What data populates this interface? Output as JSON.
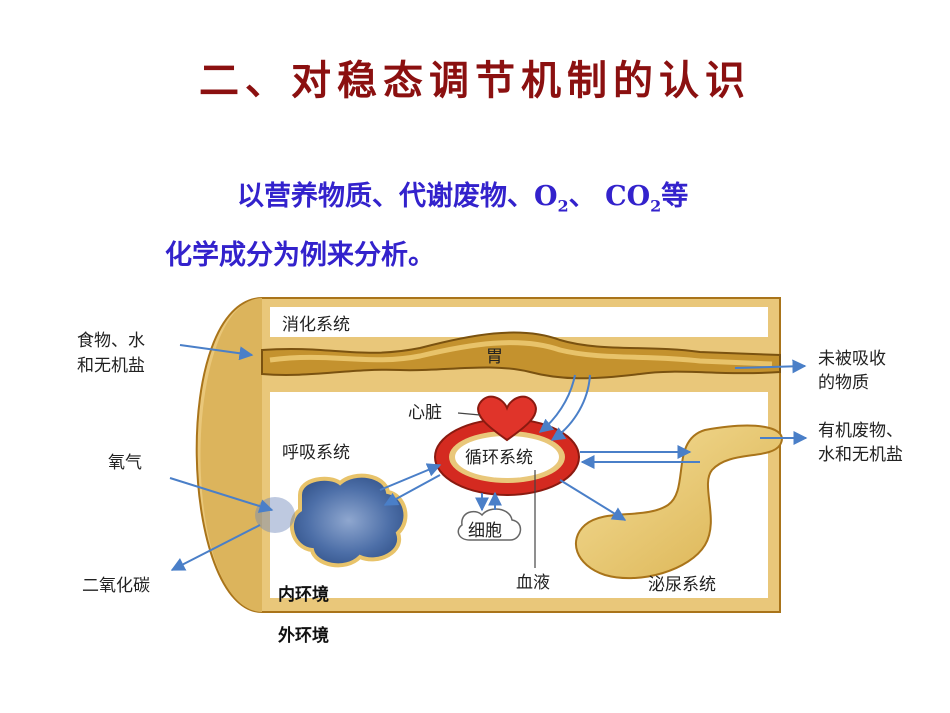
{
  "slide": {
    "title": "二、对稳态调节机制的认识",
    "intro": {
      "line1_a": "以营养物质、代谢废物、",
      "o2": "O",
      "o2_sub": "2",
      "sep": "、",
      "co2": "CO",
      "co2_sub": "2",
      "line1_b": "等",
      "line2": "化学成分为例来分析。"
    }
  },
  "diagram": {
    "labels": {
      "food_1": "食物、水",
      "food_2": "和无机盐",
      "oxygen": "氧气",
      "co2": "二氧化碳",
      "digestive": "消化系统",
      "stomach": "胃",
      "heart": "心脏",
      "respiratory": "呼吸系统",
      "circulatory": "循环系统",
      "cell": "细胞",
      "blood": "血液",
      "urinary": "泌尿系统",
      "internal_env": "内环境",
      "external_env": "外环境",
      "unabsorbed_1": "未被吸收",
      "unabsorbed_2": "的物质",
      "waste_1": "有机废物、",
      "waste_2": "水和无机盐"
    },
    "colors": {
      "body_tan": "#e9c77a",
      "wall_edge": "#a9741a",
      "blood_red": "#d42a20",
      "arrow_blue": "#4a7fc8",
      "lung_blue": "#4d6fa8"
    }
  }
}
